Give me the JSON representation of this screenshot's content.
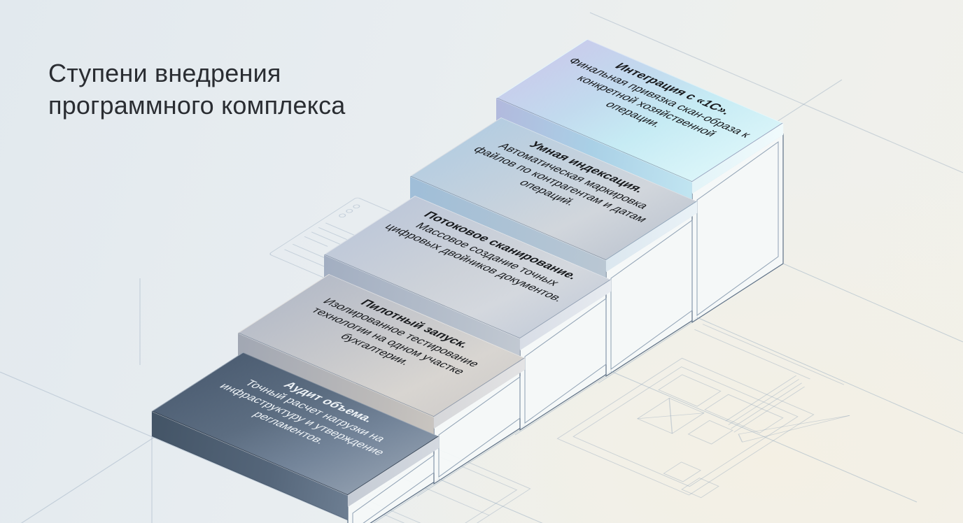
{
  "heading": {
    "title": "Ступени внедрения программного комплекса"
  },
  "palette": {
    "background_cool": "#e3e9ee",
    "background_warm": "#f2f0e9",
    "wireframe_line": "#8ea2b8",
    "heading_color": "#2a2d32"
  },
  "steps": [
    {
      "title": "Аудит объема.",
      "description": "Точный расчет нагрузки на инфраструктуру и утверждение регламентов.",
      "surface_color": "#5d6e82",
      "text_color": "#eef3f7"
    },
    {
      "title": "Пилотный запуск.",
      "description": "Изолированное тестирование технологии на одном участке бухгалтерии.",
      "surface_color": "#c9cacd",
      "text_color": "#17191c"
    },
    {
      "title": "Потоковое сканирование.",
      "description": "Массовое создание точных цифровых двойников документов.",
      "surface_color": "#cdd2d9",
      "text_color": "#17191c"
    },
    {
      "title": "Умная индексация.",
      "description": "Автоматическая маркировка файлов по контрагентам и датам операций.",
      "surface_color": "#c6d2dd",
      "text_color": "#17191c"
    },
    {
      "title": "Интеграция с «1С».",
      "description": "Финальная привязка скан-образа к конкретной хозяйственной операции.",
      "surface_color": "#c6ebf4",
      "text_color": "#17191c"
    }
  ]
}
